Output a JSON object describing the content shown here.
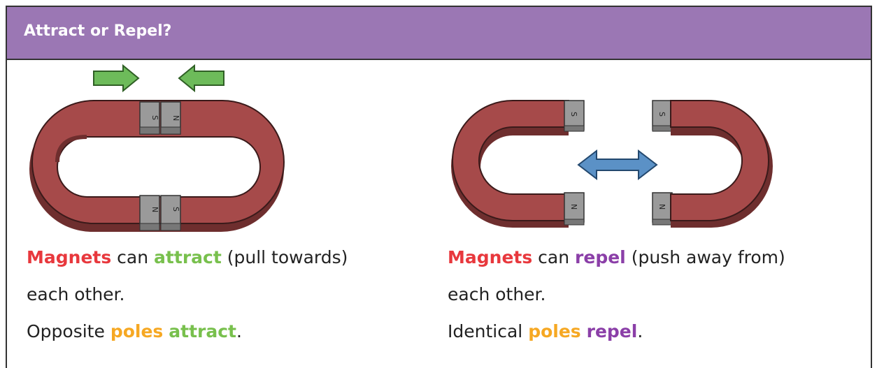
{
  "header": {
    "title": "Attract or Repel?"
  },
  "left": {
    "poles": {
      "top_left": "S",
      "top_right": "N",
      "bottom_left": "N",
      "bottom_right": "S"
    },
    "caption": {
      "w1": "Magnets",
      "w2": " can ",
      "w3": "attract",
      "w4": " (pull towards)",
      "line2": "each other.",
      "o1": "Opposite ",
      "o2": "poles",
      "o3": " ",
      "o4": "attract",
      "o5": "."
    }
  },
  "right": {
    "poles": {
      "left_top": "S",
      "left_bottom": "N",
      "right_top": "S",
      "right_bottom": "N"
    },
    "caption": {
      "w1": "Magnets",
      "w2": " can ",
      "w3": "repel",
      "w4": " (push away from)",
      "line2": "each other.",
      "o1": "Identical ",
      "o2": "poles",
      "o3": " ",
      "o4": "repel",
      "o5": "."
    }
  },
  "colors": {
    "header": "#9b77b4",
    "magnet": "#a64a4a",
    "magnet_dark": "#6e2e2e",
    "pole": "#9a9a9a",
    "arrow_green": "#6dbb5a",
    "arrow_blue": "#5b91c6",
    "red_text": "#e8383d",
    "green_text": "#78c04d",
    "purple_text": "#8b3fa8",
    "orange_text": "#f6a823"
  },
  "icons": [
    "right-arrow-icon",
    "left-arrow-icon",
    "double-arrow-icon"
  ]
}
